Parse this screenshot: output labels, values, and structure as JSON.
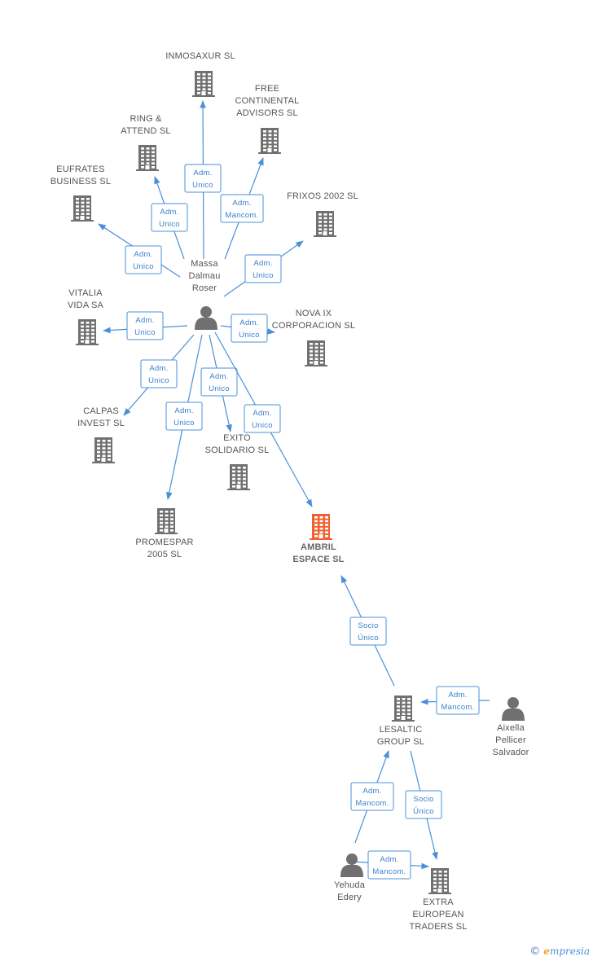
{
  "nodes": [
    {
      "id": "massa",
      "type": "person",
      "lines": [
        "Massa",
        "Dalmau",
        "Roser"
      ]
    },
    {
      "id": "inmosaxur",
      "type": "company",
      "lines": [
        "INMOSAXUR SL"
      ]
    },
    {
      "id": "ring",
      "type": "company",
      "lines": [
        "RING &",
        "ATTEND SL"
      ]
    },
    {
      "id": "free",
      "type": "company",
      "lines": [
        "FREE",
        "CONTINENTAL",
        "ADVISORS SL"
      ]
    },
    {
      "id": "eufrates",
      "type": "company",
      "lines": [
        "EUFRATES",
        "BUSINESS SL"
      ]
    },
    {
      "id": "frixos",
      "type": "company",
      "lines": [
        "FRIXOS 2002 SL"
      ]
    },
    {
      "id": "vitalia",
      "type": "company",
      "lines": [
        "VITALIA",
        "VIDA SA"
      ]
    },
    {
      "id": "nova",
      "type": "company",
      "lines": [
        "NOVA IX",
        "CORPORACION SL"
      ]
    },
    {
      "id": "calpas",
      "type": "company",
      "lines": [
        "CALPAS",
        "INVEST SL"
      ]
    },
    {
      "id": "exito",
      "type": "company",
      "lines": [
        "EXITO",
        "SOLIDARIO SL"
      ]
    },
    {
      "id": "promespar",
      "type": "company",
      "lines": [
        "PROMESPAR",
        "2005 SL"
      ]
    },
    {
      "id": "ambril",
      "type": "focus",
      "lines": [
        "AMBRIL",
        "ESPACE SL"
      ]
    },
    {
      "id": "lesaltic",
      "type": "company",
      "lines": [
        "LESALTIC",
        "GROUP SL"
      ]
    },
    {
      "id": "aixella",
      "type": "person",
      "lines": [
        "Aixella",
        "Pellicer",
        "Salvador"
      ]
    },
    {
      "id": "yehuda",
      "type": "person",
      "lines": [
        "Yehuda",
        "Edery"
      ]
    },
    {
      "id": "extra",
      "type": "company",
      "lines": [
        "EXTRA",
        "EUROPEAN",
        "TRADERS SL"
      ]
    }
  ],
  "edges": [
    {
      "from": "massa",
      "to": "inmosaxur",
      "label": [
        "Adm.",
        "Unico"
      ]
    },
    {
      "from": "massa",
      "to": "free",
      "label": [
        "Adm.",
        "Mancom."
      ]
    },
    {
      "from": "massa",
      "to": "ring",
      "label": [
        "Adm.",
        "Unico"
      ]
    },
    {
      "from": "massa",
      "to": "eufrates",
      "label": [
        "Adm.",
        "Unico"
      ]
    },
    {
      "from": "massa",
      "to": "frixos",
      "label": [
        "Adm.",
        "Unico"
      ]
    },
    {
      "from": "massa",
      "to": "vitalia",
      "label": [
        "Adm.",
        "Unico"
      ]
    },
    {
      "from": "massa",
      "to": "nova",
      "label": [
        "Adm.",
        "Unico"
      ]
    },
    {
      "from": "massa",
      "to": "calpas",
      "label": [
        "Adm.",
        "Unico"
      ]
    },
    {
      "from": "massa",
      "to": "exito",
      "label": [
        "Adm.",
        "Unico"
      ]
    },
    {
      "from": "massa",
      "to": "promespar",
      "label": [
        "Adm.",
        "Unico"
      ]
    },
    {
      "from": "massa",
      "to": "ambril",
      "label": [
        "Adm.",
        "Unico"
      ]
    },
    {
      "from": "lesaltic",
      "to": "ambril",
      "label": [
        "Socio",
        "Único"
      ]
    },
    {
      "from": "aixella",
      "to": "lesaltic",
      "label": [
        "Adm.",
        "Mancom."
      ]
    },
    {
      "from": "yehuda",
      "to": "lesaltic",
      "label": [
        "Adm.",
        "Mancom."
      ]
    },
    {
      "from": "lesaltic",
      "to": "extra",
      "label": [
        "Socio",
        "Único"
      ]
    },
    {
      "from": "yehuda",
      "to": "extra",
      "label": [
        "Adm.",
        "Mancom."
      ]
    }
  ],
  "colors": {
    "edge": "#4a90d9",
    "edge_text": "#3a7fcc",
    "node_icon": "#707070",
    "focus_icon": "#f06030",
    "label": "#555555"
  },
  "footer": {
    "copyright": "©",
    "brand_initial": "e",
    "brand_rest": "mpresia"
  }
}
